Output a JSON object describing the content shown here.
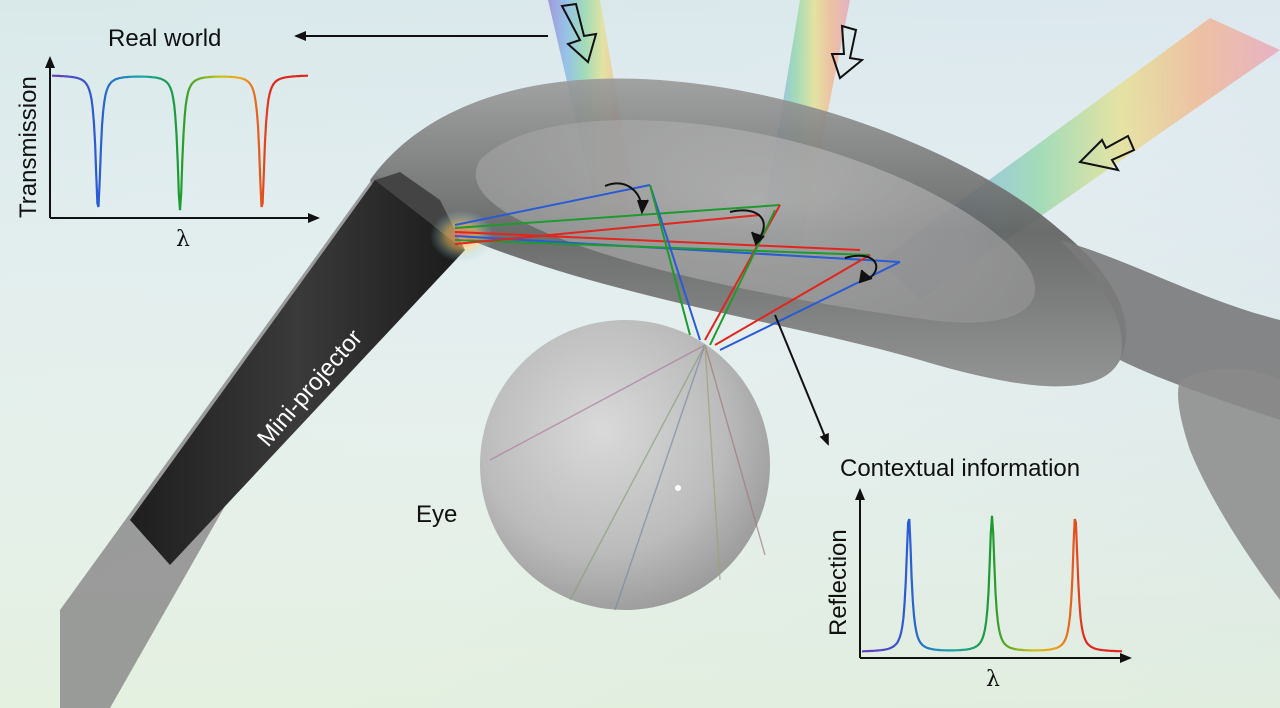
{
  "labels": {
    "real_world": "Real world",
    "contextual_information": "Contextual information",
    "mini_projector": "Mini-projector",
    "eye": "Eye"
  },
  "transmission_plot": {
    "ylabel": "Transmission",
    "xlabel": "λ"
  },
  "reflection_plot": {
    "ylabel": "Reflection",
    "xlabel": "λ"
  },
  "colors": {
    "blue": "#2a5bd7",
    "green": "#1f9a2e",
    "red": "#e0261e",
    "violet": "#6a3fb5",
    "orange": "#f0a21e",
    "background_top": "#d6e6ec",
    "background_bottom": "#e7f1df",
    "frame": "#6d6d6d",
    "projector": "#2b2b2b"
  },
  "chart_data": [
    {
      "type": "line",
      "series": [
        {
          "color": "blue",
          "dip_position": 0.18,
          "depth": 0.97
        },
        {
          "color": "green",
          "dip_position": 0.5,
          "depth": 0.97
        },
        {
          "color": "red",
          "dip_position": 0.82,
          "depth": 0.97
        }
      ],
      "ylabel": "Transmission",
      "xlabel": "λ",
      "grid": false
    },
    {
      "type": "line",
      "series": [
        {
          "color": "blue",
          "peak_position": 0.18,
          "height": 0.97
        },
        {
          "color": "green",
          "peak_position": 0.5,
          "height": 0.97
        },
        {
          "color": "red",
          "peak_position": 0.82,
          "height": 0.97
        }
      ],
      "ylabel": "Reflection",
      "xlabel": "λ",
      "grid": false
    }
  ]
}
